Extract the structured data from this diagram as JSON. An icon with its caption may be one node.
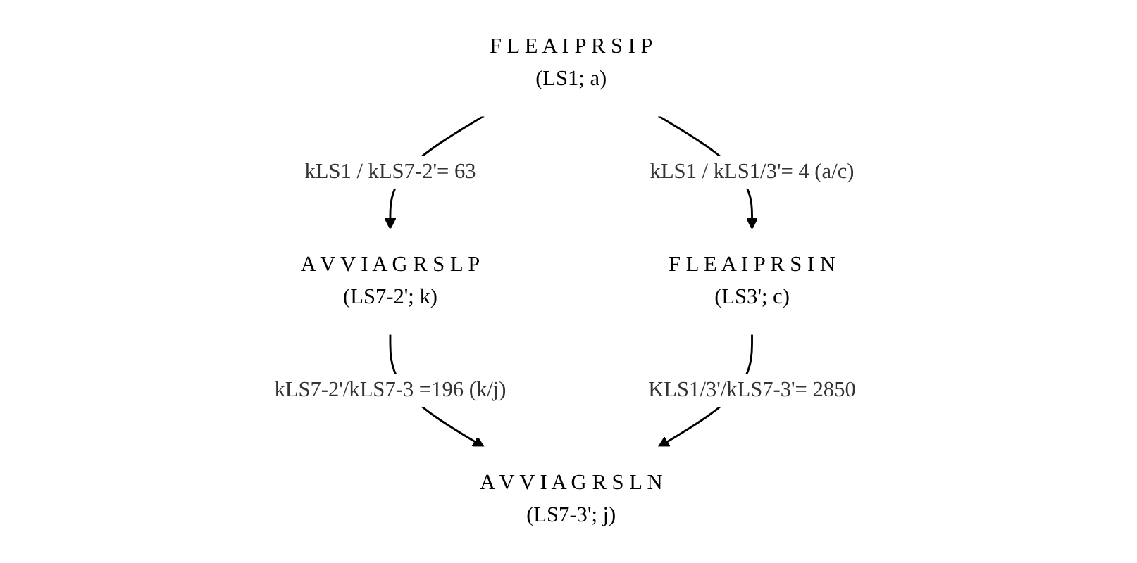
{
  "diagram": {
    "nodes": [
      {
        "text": [
          "F L E A I P R S I P",
          "(LS1; a)"
        ]
      },
      {
        "text": [
          "A V V I A G R S L P",
          "(LS7-2'; k)"
        ]
      },
      {
        "text": [
          "F L E A I P R S I N",
          "(LS3'; c)"
        ]
      },
      {
        "text": [
          "A V V I A G R S L N",
          "(LS7-3'; j)"
        ]
      }
    ],
    "edges": [
      {
        "from": 0,
        "to": 1,
        "arrow": "to",
        "label": "kLS1 / kLS7-2'= 63"
      },
      {
        "from": 0,
        "to": 2,
        "arrow": "to",
        "label": "kLS1 / kLS1/3'= 4 (a/c)"
      },
      {
        "from": 1,
        "to": 3,
        "arrow": "to",
        "label": "kLS7-2'/kLS7-3 =196 (k/j)"
      },
      {
        "from": 2,
        "to": 3,
        "arrow": "to",
        "label": "KLS1/3'/kLS7-3'= 2850"
      }
    ]
  }
}
